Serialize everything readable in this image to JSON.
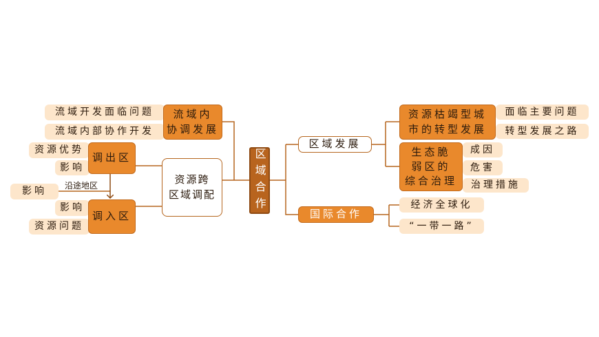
{
  "center": {
    "label": "区域合作"
  },
  "left": {
    "hub": {
      "line1": "资源跨",
      "line2": "区域调配"
    },
    "basin": {
      "line1": "流域内",
      "line2": "协调发展",
      "items": [
        "流域开发面临问题",
        "流域内部协作开发"
      ]
    },
    "export_region": {
      "label": "调出区",
      "items": [
        "资源优势",
        "影响"
      ]
    },
    "import_region": {
      "label": "调入区",
      "items": [
        "影响",
        "资源问题"
      ]
    },
    "transit": {
      "label": "沿途地区",
      "item": "影响"
    }
  },
  "right": {
    "development": {
      "label": "区域发展",
      "resource_city": {
        "line1": "资源枯竭型城",
        "line2": "市的转型发展",
        "items": [
          "面临主要问题",
          "转型发展之路"
        ]
      },
      "eco_fragile": {
        "lines": [
          "生态脆",
          "弱区的",
          "综合治理"
        ],
        "items": [
          "成因",
          "危害",
          "治理措施"
        ]
      }
    },
    "cooperation": {
      "label": "国际合作",
      "items": [
        "经济全球化",
        "“一带一路”"
      ]
    }
  },
  "colors": {
    "line": "#b5651d",
    "orange_box": "#e9892c",
    "center_box": "#b8641e",
    "leaf": "#fde6cb"
  }
}
